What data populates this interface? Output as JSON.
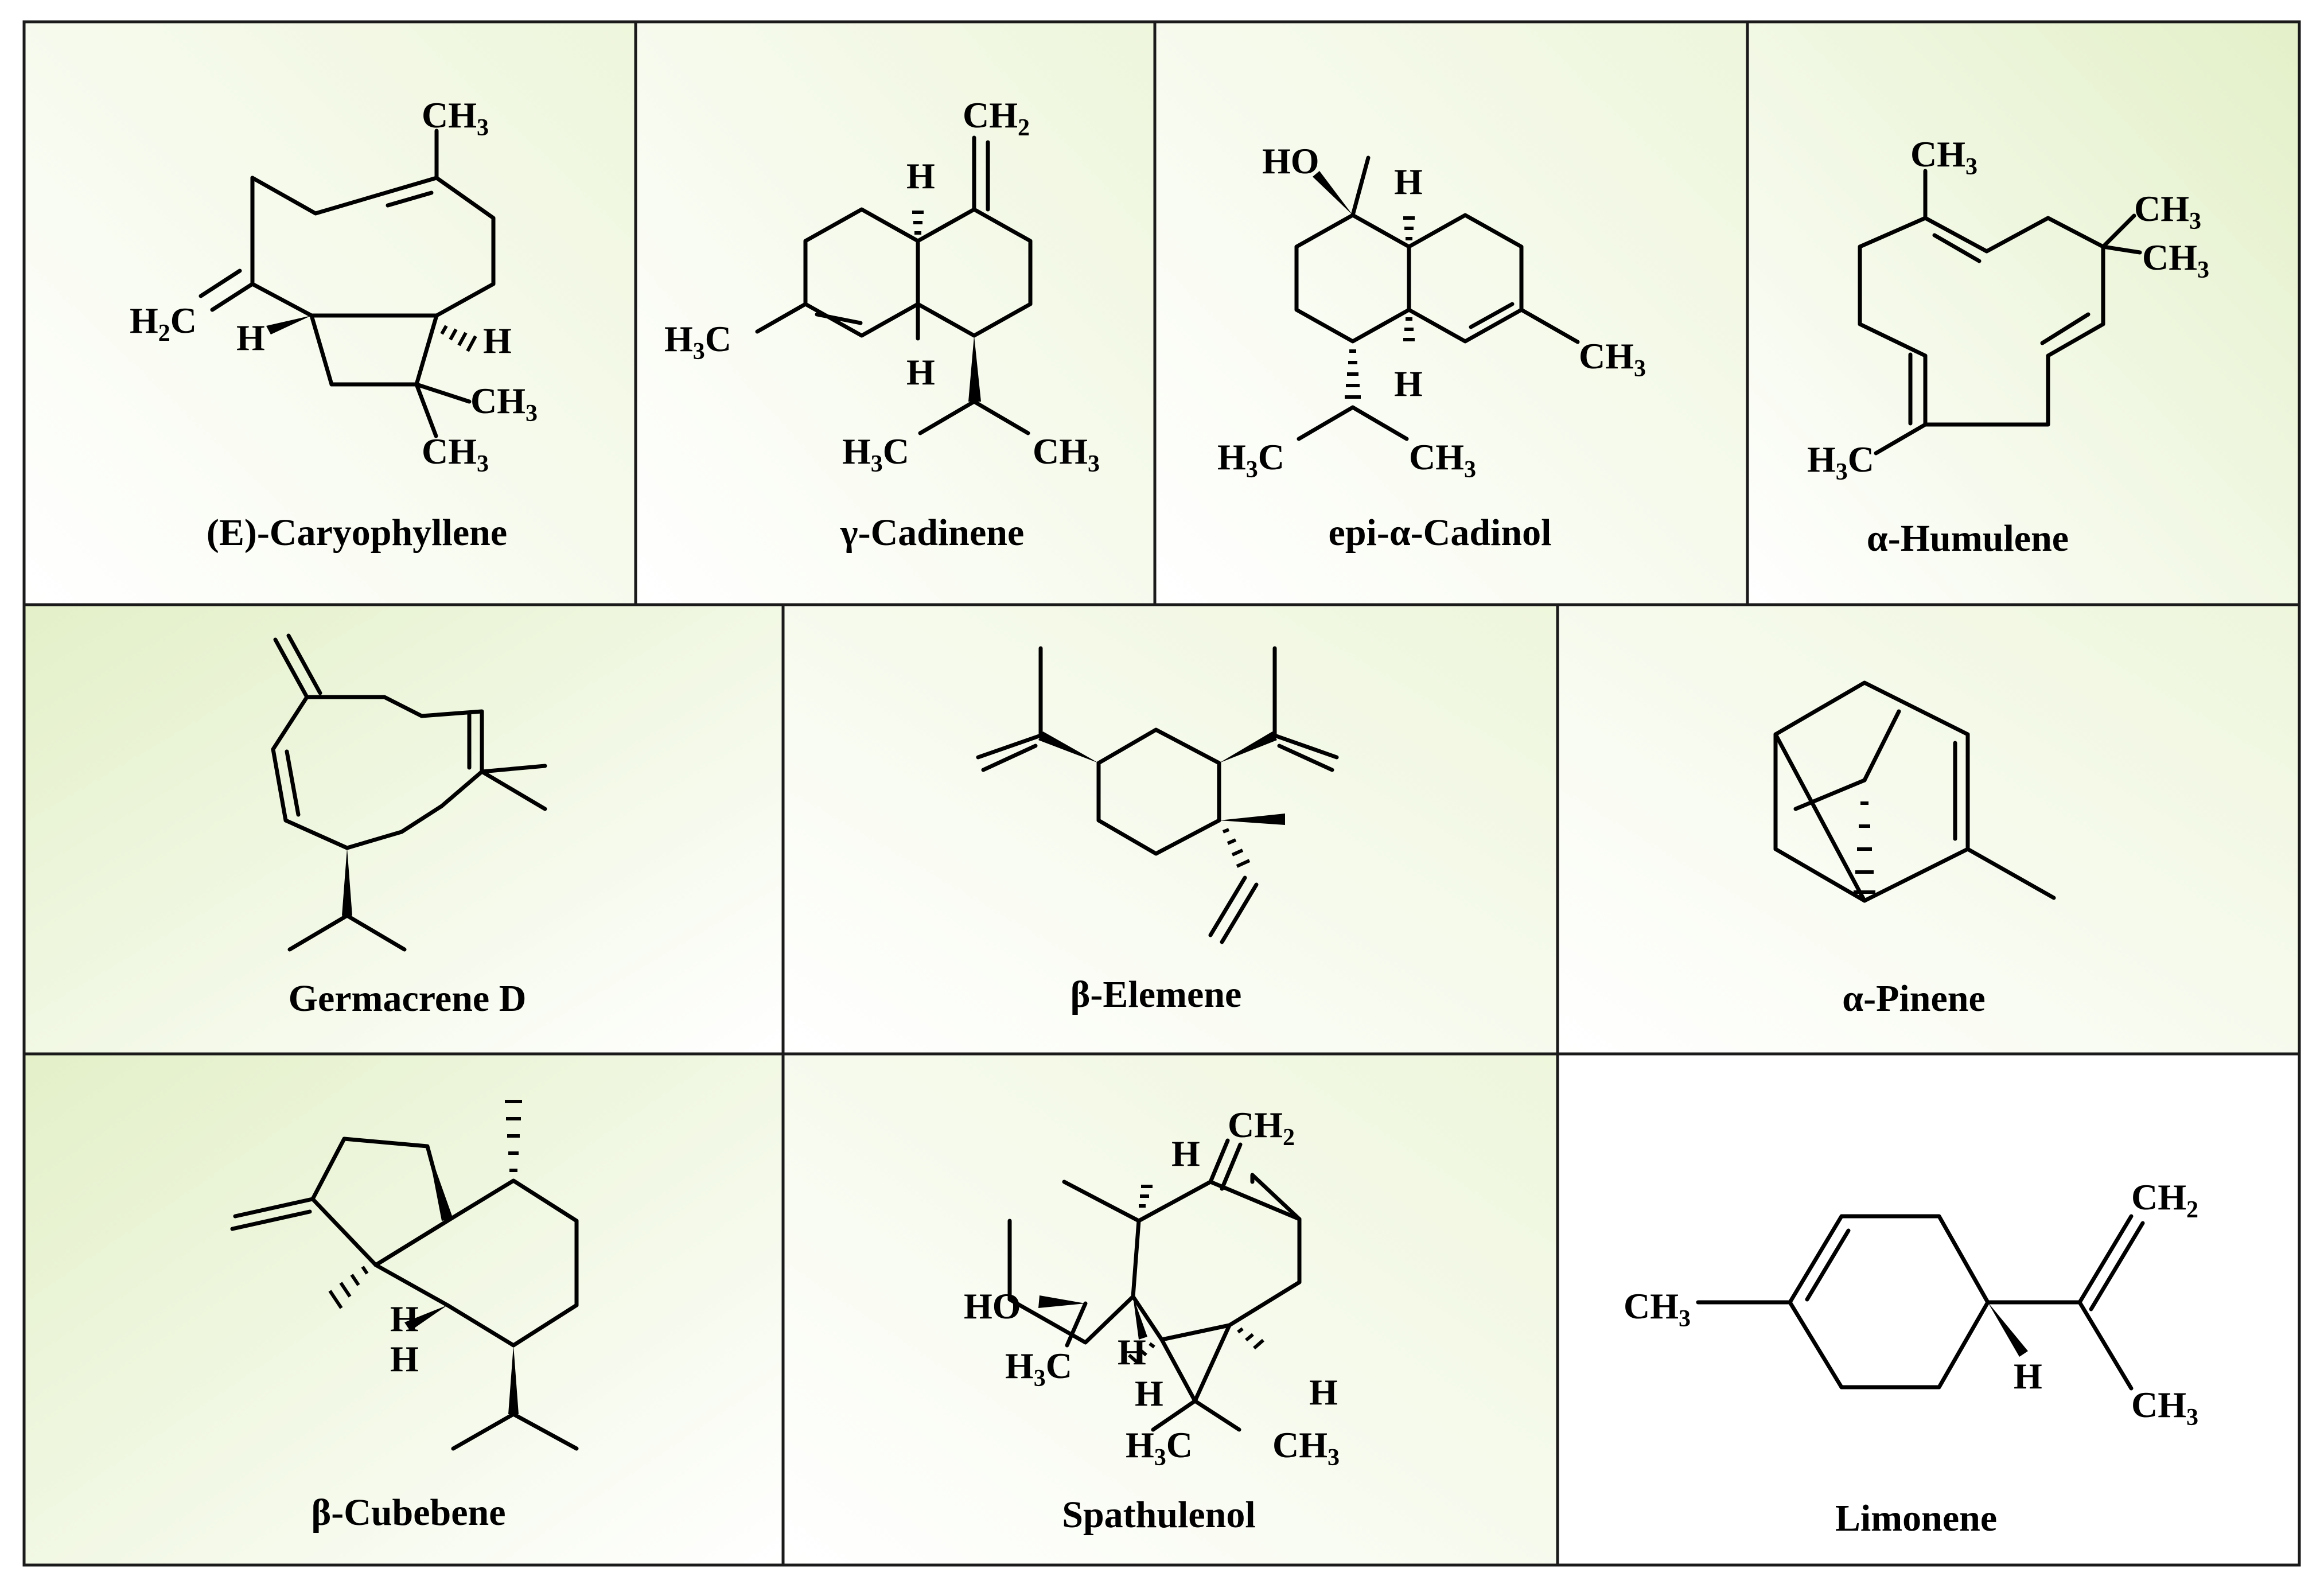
{
  "figure": {
    "background_colors": {
      "light": "#ffffff",
      "tint": "#eef6dc",
      "tint_strong": "#e3f0c8"
    },
    "compounds": [
      {
        "name": "(E)-Caryophyllene"
      },
      {
        "name": "γ-Cadinene"
      },
      {
        "name": "epi-α-Cadinol"
      },
      {
        "name": "α-Humulene"
      },
      {
        "name": "Germacrene D"
      },
      {
        "name": "β-Elemene"
      },
      {
        "name": "α-Pinene"
      },
      {
        "name": "β-Cubebene"
      },
      {
        "name": "Spathulenol"
      },
      {
        "name": "Limonene"
      }
    ]
  },
  "atoms": {
    "CH3": "CH",
    "CH2": "CH",
    "H2C": "H",
    "H3C": "H",
    "H": "H",
    "HO": "HO",
    "sub2": "2",
    "sub3": "3",
    "C": "C"
  }
}
